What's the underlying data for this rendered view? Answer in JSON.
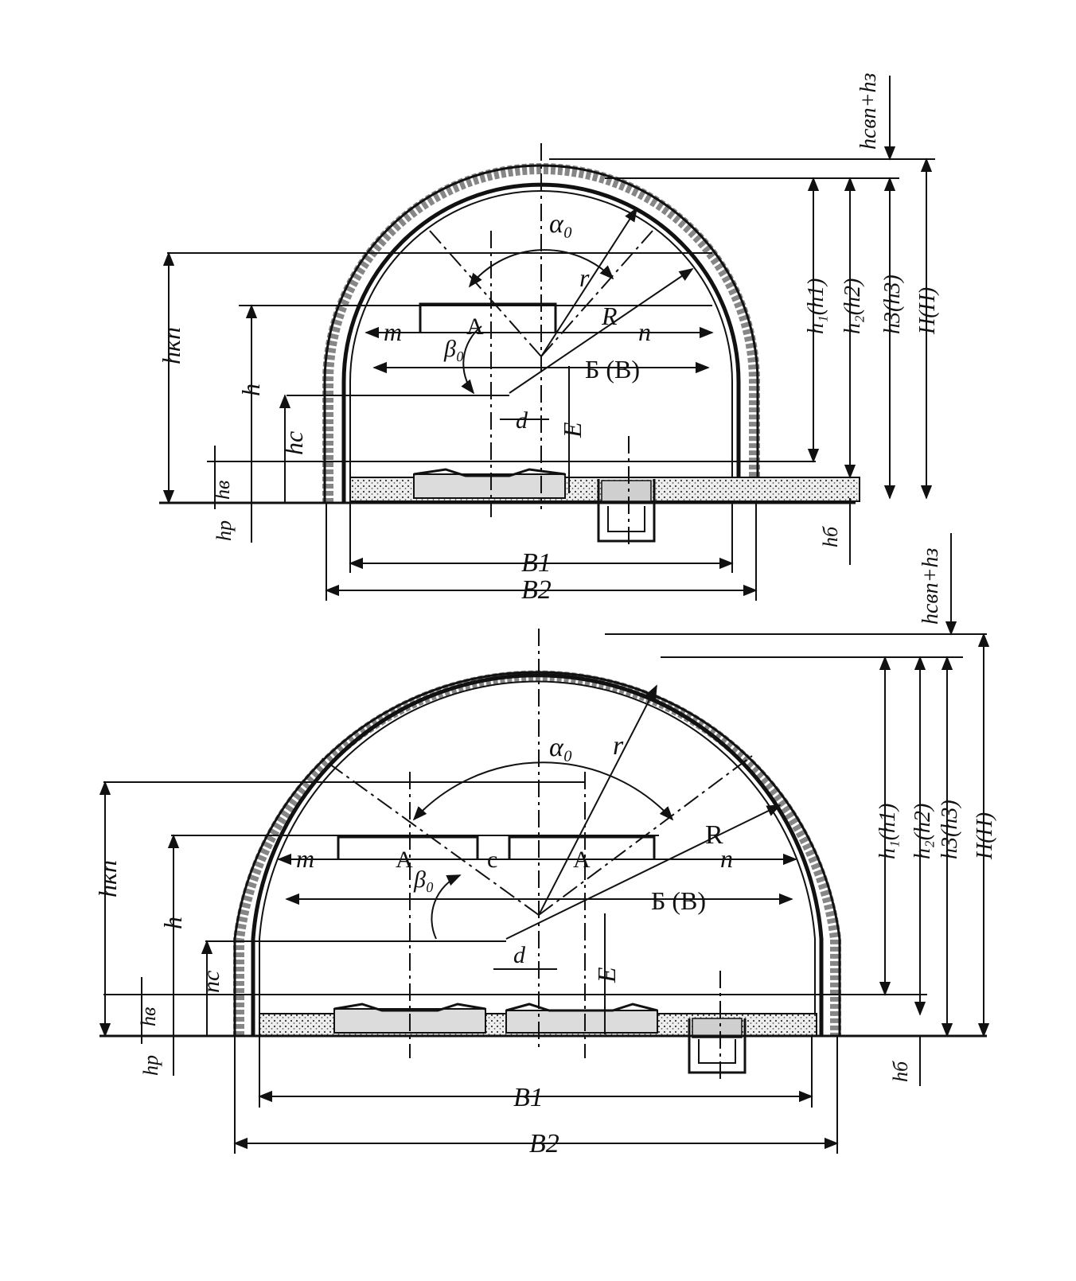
{
  "top": {
    "alpha_label": "α₀",
    "beta_label": "β₀",
    "r_label": "r",
    "R_label": "R",
    "m_label": "m",
    "A_label": "A",
    "n_label": "n",
    "B_label": "Б (B)",
    "d_label": "d",
    "E_label": "E",
    "hc_label": "hc",
    "h_label": "h",
    "hkp_label": "hкп",
    "hv_label": "hв",
    "hr_label": "hр",
    "hb_label": "hб",
    "B1_label": "B1",
    "B2_label": "B2",
    "hsvp_label": "hсвп+hз",
    "h1_label": "h₁(h1)",
    "h2_label": "h₂(h2)",
    "h3_label": "h3(h3)",
    "H_label": "H(H)"
  },
  "bottom": {
    "alpha_label": "α₀",
    "beta_label": "β₀",
    "r_label": "r",
    "R_label": "R",
    "m_label": "m",
    "A1_label": "A",
    "c_label": "c",
    "A2_label": "A",
    "n_label": "n",
    "B_label": "Б (B)",
    "d_label": "d",
    "E_label": "E",
    "nc_label": "nc",
    "h_label": "h",
    "hkp_label": "hкп",
    "hv_label": "hв",
    "hr_label": "hр",
    "hb_label": "hб",
    "B1_label": "B1",
    "B2_label": "B2",
    "hsvp_label": "hсвп+hз",
    "h1_label": "h₁(h1)",
    "h2_label": "h₂(h2)",
    "h3_label": "h3(h3)",
    "H_label": "H(H)"
  }
}
